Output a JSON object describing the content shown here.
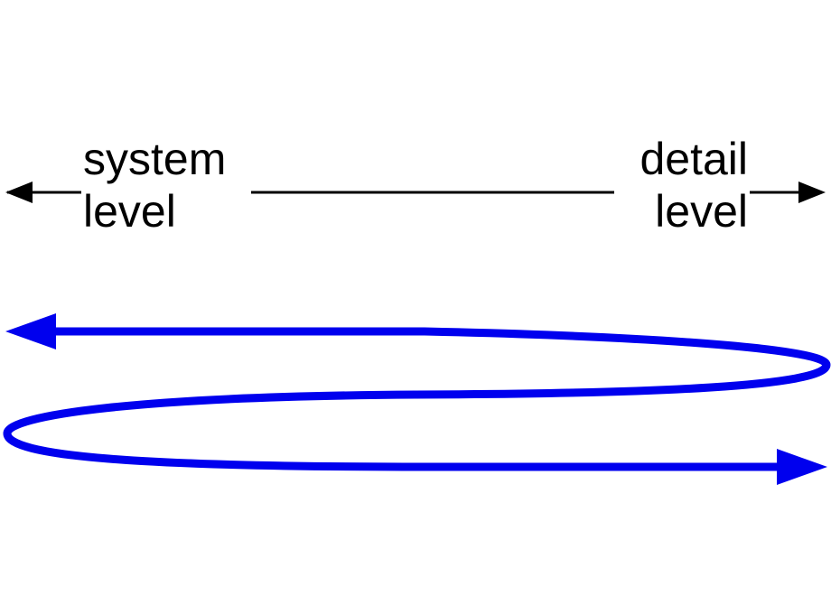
{
  "labels": {
    "left": {
      "line1": "system",
      "line2": "level"
    },
    "right": {
      "line1": "detail",
      "line2": "level"
    }
  },
  "colors": {
    "axis": "#000000",
    "loop": "#0000ee",
    "background": "#ffffff"
  }
}
